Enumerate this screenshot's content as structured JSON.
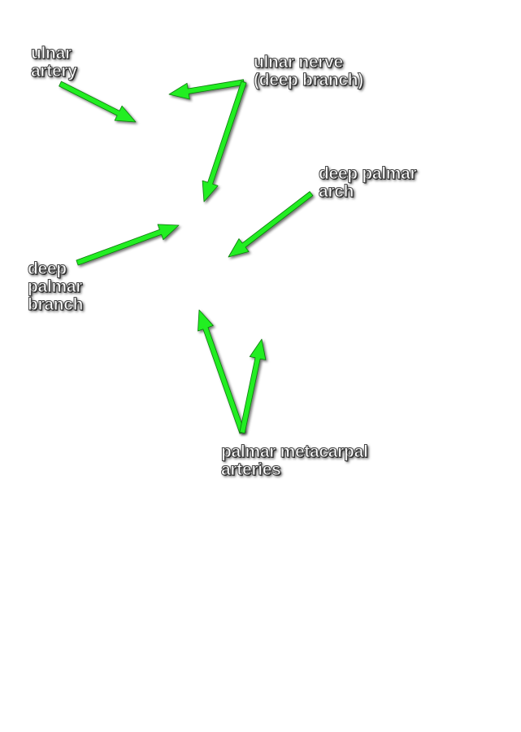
{
  "colors": {
    "arrow_fill": "#22ee22",
    "arrow_stroke": "#0a7a0a",
    "label_text": "#ffffff",
    "label_outline": "#4a4a4a",
    "background": "#ffffff"
  },
  "labels": {
    "ulnar_artery": {
      "line1": "ulnar",
      "line2": "artery"
    },
    "ulnar_nerve": {
      "line1": "ulnar nerve",
      "line2": "(deep branch)"
    },
    "deep_palmar_arch": {
      "line1": "deep palmar",
      "line2": "arch"
    },
    "deep_palmar_branch": {
      "line1": "deep",
      "line2": "palmar",
      "line3": "branch"
    },
    "palmar_metacarpal_arteries": {
      "line1": "palmar metacarpal",
      "line2": "arteries"
    }
  }
}
